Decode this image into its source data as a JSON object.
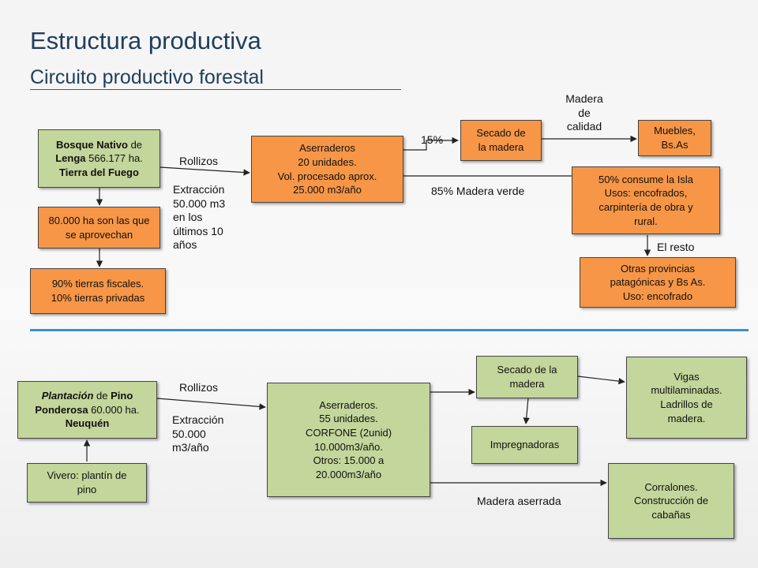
{
  "title": "Estructura productiva",
  "subtitle": "Circuito productivo forestal",
  "top": {
    "bosque": {
      "bold1": "Bosque Nativo",
      "t1": " de ",
      "bold2": "Lenga",
      "t2": " 566.177 ha. ",
      "bold3": "Tierra del Fuego"
    },
    "aprovechan": "80.000 ha son las que se aprovechan",
    "tierras": {
      "line1": "90% tierras fiscales.",
      "line2": "10% tierras privadas"
    },
    "rollizos": "Rollizos",
    "extraccion": {
      "line1": "Extracción",
      "line2": "50.000 m3",
      "line3": "en los",
      "line4": "últimos 10",
      "line5": "años"
    },
    "aserraderos": {
      "line1": "Aserraderos",
      "line2": "20 unidades.",
      "line3": "Vol. procesado aprox.",
      "line4": "25.000 m3/año"
    },
    "pct15": "15%",
    "pct85": "85% Madera verde",
    "secado": {
      "line1": "Secado de",
      "line2": "la madera"
    },
    "madera_calidad": {
      "line1": "Madera",
      "line2": "de",
      "line3": "calidad"
    },
    "muebles": {
      "line1": "Muebles,",
      "line2": "Bs.As"
    },
    "consume": {
      "line1": "50% consume la Isla",
      "line2": "Usos: encofrados,",
      "line3": "carpintería de obra y",
      "line4": "rural."
    },
    "el_resto": "El resto",
    "otras": {
      "line1": "Otras provincias",
      "line2": "patagónicas y Bs As.",
      "line3": "Uso: encofrado"
    }
  },
  "bottom": {
    "plantacion": {
      "bold1": "Plantación",
      "t1": " de ",
      "bold2": "Pino Ponderosa",
      "t2": " 60.000 ha. ",
      "bold3": "Neuquén"
    },
    "vivero": {
      "line1": "Vivero: plantín de",
      "line2": "pino"
    },
    "rollizos": "Rollizos",
    "extraccion": {
      "line1": "Extracción",
      "line2": "50.000",
      "line3": "m3/año"
    },
    "aserraderos": {
      "line1": "Aserraderos.",
      "line2": "55 unidades.",
      "line3": "CORFONE (2unid)",
      "line4": "10.000m3/año.",
      "line5": "Otros: 15.000 a",
      "line6": "20.000m3/año"
    },
    "secado": {
      "line1": "Secado de la",
      "line2": "madera"
    },
    "impregnadoras": "Impregnadoras",
    "vigas": {
      "line1": "Vigas",
      "line2": "multilaminadas.",
      "line3": "Ladrillos de",
      "line4": "madera."
    },
    "corralones": {
      "line1": "Corralones.",
      "line2": "Construcción de",
      "line3": "cabañas"
    },
    "madera_aserrada": "Madera aserrada"
  }
}
